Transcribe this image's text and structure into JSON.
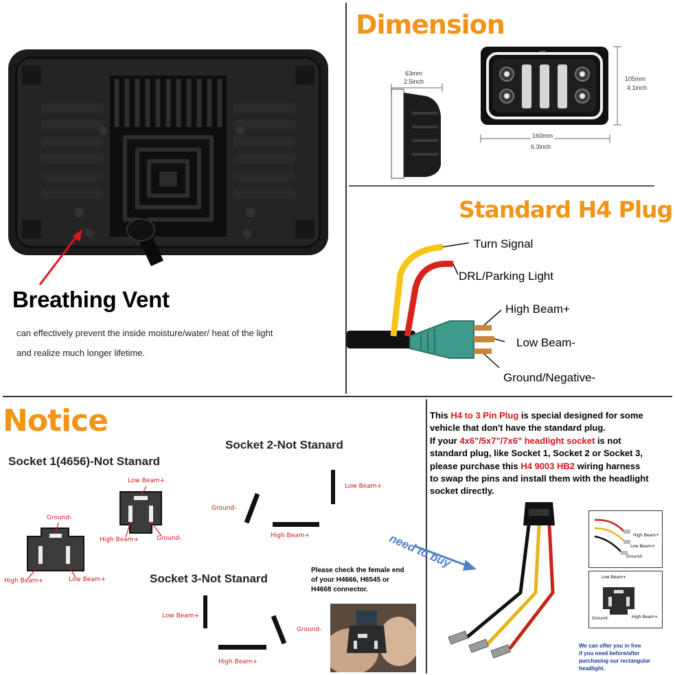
{
  "vent": {
    "title": "Breathing Vent",
    "desc_line1": "can effectively prevent the inside moisture/water/ heat of the light",
    "desc_line2": "and realize much longer lifetime."
  },
  "dimension": {
    "title": "Dimension",
    "depth_mm": "63mm",
    "depth_inch": "2.5inch",
    "height_mm": "105mm",
    "height_inch": "4.1inch",
    "width_mm": "160mm",
    "width_inch": "6.3inch",
    "top_mark": "TOP"
  },
  "plug": {
    "title": "Standard H4 Plug",
    "turn_signal": "Turn Signal",
    "drl": "DRL/Parking Light",
    "high_beam": "High Beam+",
    "low_beam": "Low Beam-",
    "ground": "Ground/Negative-"
  },
  "notice": {
    "title": "Notice",
    "socket1": {
      "title": "Socket 1(4656)-Not Stanard",
      "a_ground": "Ground-",
      "a_high": "High Beam+",
      "a_low": "Low Beam+",
      "b_low": "Low Beam+",
      "b_high": "High Beam+",
      "b_ground": "Ground-"
    },
    "socket2": {
      "title": "Socket 2-Not Stanard",
      "low": "Low Beam+",
      "ground": "Ground-",
      "high": "High Beam+"
    },
    "socket3": {
      "title": "Socket 3-Not Stanard",
      "low": "Low Beam+",
      "ground": "Ground-",
      "high": "High Beam+"
    },
    "check": {
      "line1": "Please check the female end",
      "line2": "of your H4666, H6545 or",
      "line3": "H4668 connector."
    },
    "need_to_buy": "need to buy"
  },
  "info": {
    "l1_a": "This ",
    "l1_b": "H4 to 3 Pin Plug",
    "l1_c": " is special designed for some",
    "l2": "vehicle that don't have the standard plug.",
    "l3_a": "If your ",
    "l3_b": "4x6\"/5x7\"/7x6\" headlight socket",
    "l3_c": " is not",
    "l4": "standard plug, like Socket 1, Socket 2 or Socket 3,",
    "l5_a": "please purchase this ",
    "l5_b": "H4 9003 HB2",
    "l5_c": " wiring harness",
    "l6": "to swap the pins and install them  with the headlight",
    "l7": "socket directly."
  },
  "inset1": {
    "high": "High Beam+",
    "low": "Low Beam+",
    "ground": "Ground-"
  },
  "inset2": {
    "low": "Low Beam+",
    "ground": "Ground-",
    "high": "High Beam+"
  },
  "offer": {
    "line1": "We can offer you in free",
    "line2": "if you need  before/after",
    "line3": "purchasing our rectangular",
    "line4": "headlight."
  },
  "colors": {
    "accent_orange": "#f29418",
    "red": "#d0161c",
    "wire_yellow": "#f5c518",
    "wire_red": "#d8231c",
    "plug_teal": "#3e9a8a",
    "pin_copper": "#c9853a",
    "note_blue": "#1a3a9a"
  }
}
